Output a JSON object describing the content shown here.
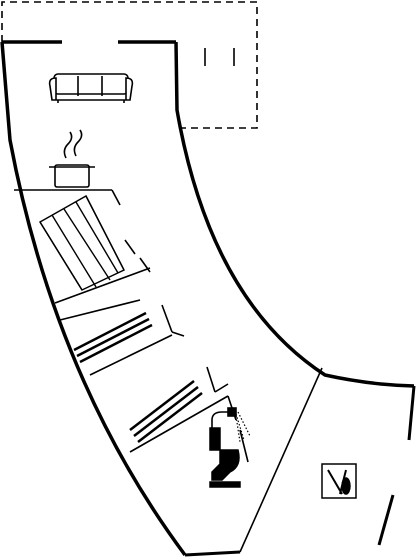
{
  "floorplan": {
    "colors": {
      "wall": "#000000",
      "background": "#ffffff",
      "fixture_fill": "#ffffff"
    },
    "rooms": [
      {
        "id": "living-room",
        "icon": "sofa-icon"
      },
      {
        "id": "kitchen",
        "icon": "cooking-pot-icon"
      },
      {
        "id": "stairwell",
        "icon": "staircase-icon"
      },
      {
        "id": "bedroom-1",
        "icon": "bed-icon"
      },
      {
        "id": "bedroom-2",
        "icon": "bed-icon"
      },
      {
        "id": "bathroom",
        "icons": [
          "shower-icon",
          "toilet-icon"
        ]
      },
      {
        "id": "utility-room",
        "icon": "cleaning-tools-icon"
      }
    ],
    "outdoor": {
      "id": "terrace",
      "style": "dashed-outline"
    }
  }
}
